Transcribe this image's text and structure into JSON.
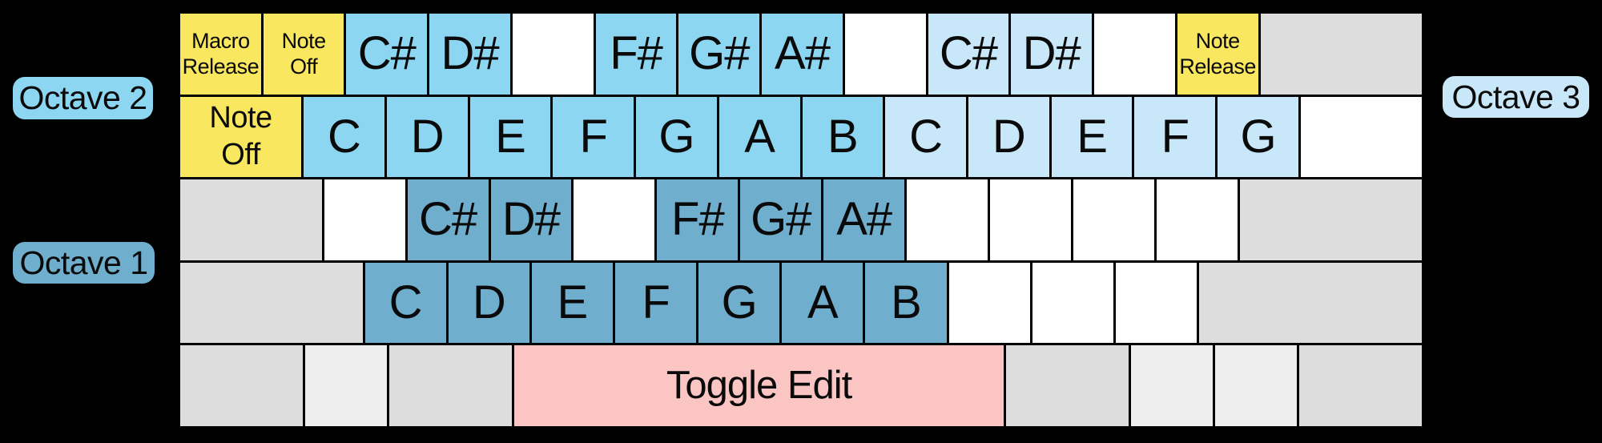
{
  "colors": {
    "background": "#000000",
    "yellow": "#F8E75F",
    "octave1": "#6FAECD",
    "octave2": "#8DD6F2",
    "octave3": "#C8E7F8",
    "pink": "#FBC5C3",
    "gray": "#DDDDDD",
    "gray_light": "#EEEEEE",
    "white": "#FFFFFF",
    "text": "#0a0a0a"
  },
  "octave_labels": [
    {
      "text": "Octave 2",
      "color": "octave2",
      "position": "left-top"
    },
    {
      "text": "Octave 1",
      "color": "octave1",
      "position": "left-bottom"
    },
    {
      "text": "Octave 3",
      "color": "octave3",
      "position": "right-top"
    }
  ],
  "keyboard": {
    "rows": [
      [
        {
          "u": 1,
          "color": "yellow",
          "size": "xs",
          "lines": [
            "Macro",
            "Release"
          ],
          "name": "key-macro-release"
        },
        {
          "u": 1,
          "color": "yellow",
          "size": "xs",
          "lines": [
            "Note",
            "Off"
          ],
          "name": "key-note-off"
        },
        {
          "u": 1,
          "color": "octave2",
          "label": "C#",
          "name": "key-c-sharp-octave2"
        },
        {
          "u": 1,
          "color": "octave2",
          "label": "D#",
          "name": "key-d-sharp-octave2"
        },
        {
          "u": 1,
          "color": "white",
          "name": "key-unmapped"
        },
        {
          "u": 1,
          "color": "octave2",
          "label": "F#",
          "name": "key-f-sharp-octave2"
        },
        {
          "u": 1,
          "color": "octave2",
          "label": "G#",
          "name": "key-g-sharp-octave2"
        },
        {
          "u": 1,
          "color": "octave2",
          "label": "A#",
          "name": "key-a-sharp-octave2"
        },
        {
          "u": 1,
          "color": "white",
          "name": "key-unmapped"
        },
        {
          "u": 1,
          "color": "octave3",
          "label": "C#",
          "name": "key-c-sharp-octave3"
        },
        {
          "u": 1,
          "color": "octave3",
          "label": "D#",
          "name": "key-d-sharp-octave3"
        },
        {
          "u": 1,
          "color": "white",
          "name": "key-unmapped"
        },
        {
          "u": 1,
          "color": "yellow",
          "size": "xs",
          "lines": [
            "Note",
            "Release"
          ],
          "name": "key-note-release"
        },
        {
          "u": 2,
          "color": "gray",
          "name": "key-unused"
        }
      ],
      [
        {
          "u": 1.5,
          "color": "yellow",
          "size": "md",
          "lines": [
            "Note",
            "Off"
          ],
          "name": "key-note-off-tab"
        },
        {
          "u": 1,
          "color": "octave2",
          "label": "C",
          "name": "key-c-octave2"
        },
        {
          "u": 1,
          "color": "octave2",
          "label": "D",
          "name": "key-d-octave2"
        },
        {
          "u": 1,
          "color": "octave2",
          "label": "E",
          "name": "key-e-octave2"
        },
        {
          "u": 1,
          "color": "octave2",
          "label": "F",
          "name": "key-f-octave2"
        },
        {
          "u": 1,
          "color": "octave2",
          "label": "G",
          "name": "key-g-octave2"
        },
        {
          "u": 1,
          "color": "octave2",
          "label": "A",
          "name": "key-a-octave2"
        },
        {
          "u": 1,
          "color": "octave2",
          "label": "B",
          "name": "key-b-octave2"
        },
        {
          "u": 1,
          "color": "octave3",
          "label": "C",
          "name": "key-c-octave3"
        },
        {
          "u": 1,
          "color": "octave3",
          "label": "D",
          "name": "key-d-octave3"
        },
        {
          "u": 1,
          "color": "octave3",
          "label": "E",
          "name": "key-e-octave3"
        },
        {
          "u": 1,
          "color": "octave3",
          "label": "F",
          "name": "key-f-octave3"
        },
        {
          "u": 1,
          "color": "octave3",
          "label": "G",
          "name": "key-g-octave3"
        },
        {
          "u": 1.5,
          "color": "white",
          "name": "key-unmapped"
        }
      ],
      [
        {
          "u": 1.75,
          "color": "gray",
          "name": "key-unused"
        },
        {
          "u": 1,
          "color": "white",
          "name": "key-unmapped"
        },
        {
          "u": 1,
          "color": "octave1",
          "label": "C#",
          "name": "key-c-sharp-octave1"
        },
        {
          "u": 1,
          "color": "octave1",
          "label": "D#",
          "name": "key-d-sharp-octave1"
        },
        {
          "u": 1,
          "color": "white",
          "name": "key-unmapped"
        },
        {
          "u": 1,
          "color": "octave1",
          "label": "F#",
          "name": "key-f-sharp-octave1"
        },
        {
          "u": 1,
          "color": "octave1",
          "label": "G#",
          "name": "key-g-sharp-octave1"
        },
        {
          "u": 1,
          "color": "octave1",
          "label": "A#",
          "name": "key-a-sharp-octave1"
        },
        {
          "u": 1,
          "color": "white",
          "name": "key-unmapped"
        },
        {
          "u": 1,
          "color": "white",
          "name": "key-unmapped"
        },
        {
          "u": 1,
          "color": "white",
          "name": "key-unmapped"
        },
        {
          "u": 1,
          "color": "white",
          "name": "key-unmapped"
        },
        {
          "u": 2.25,
          "color": "gray",
          "name": "key-unused"
        }
      ],
      [
        {
          "u": 2.25,
          "color": "gray",
          "name": "key-unused"
        },
        {
          "u": 1,
          "color": "octave1",
          "label": "C",
          "name": "key-c-octave1"
        },
        {
          "u": 1,
          "color": "octave1",
          "label": "D",
          "name": "key-d-octave1"
        },
        {
          "u": 1,
          "color": "octave1",
          "label": "E",
          "name": "key-e-octave1"
        },
        {
          "u": 1,
          "color": "octave1",
          "label": "F",
          "name": "key-f-octave1"
        },
        {
          "u": 1,
          "color": "octave1",
          "label": "G",
          "name": "key-g-octave1"
        },
        {
          "u": 1,
          "color": "octave1",
          "label": "A",
          "name": "key-a-octave1"
        },
        {
          "u": 1,
          "color": "octave1",
          "label": "B",
          "name": "key-b-octave1"
        },
        {
          "u": 1,
          "color": "white",
          "name": "key-unmapped"
        },
        {
          "u": 1,
          "color": "white",
          "name": "key-unmapped"
        },
        {
          "u": 1,
          "color": "white",
          "name": "key-unmapped"
        },
        {
          "u": 2.75,
          "color": "gray",
          "name": "key-unused"
        }
      ],
      [
        {
          "u": 1.5,
          "color": "gray",
          "name": "key-unused"
        },
        {
          "u": 1,
          "color": "gray_light",
          "name": "key-unused"
        },
        {
          "u": 1.5,
          "color": "gray",
          "name": "key-unused"
        },
        {
          "u": 6,
          "color": "pink",
          "size": "lg",
          "label": "Toggle Edit",
          "name": "key-toggle-edit"
        },
        {
          "u": 1.5,
          "color": "gray",
          "name": "key-unused"
        },
        {
          "u": 1,
          "color": "gray_light",
          "name": "key-unused"
        },
        {
          "u": 1,
          "color": "gray_light",
          "name": "key-unused"
        },
        {
          "u": 1.5,
          "color": "gray",
          "name": "key-unused"
        }
      ]
    ]
  }
}
